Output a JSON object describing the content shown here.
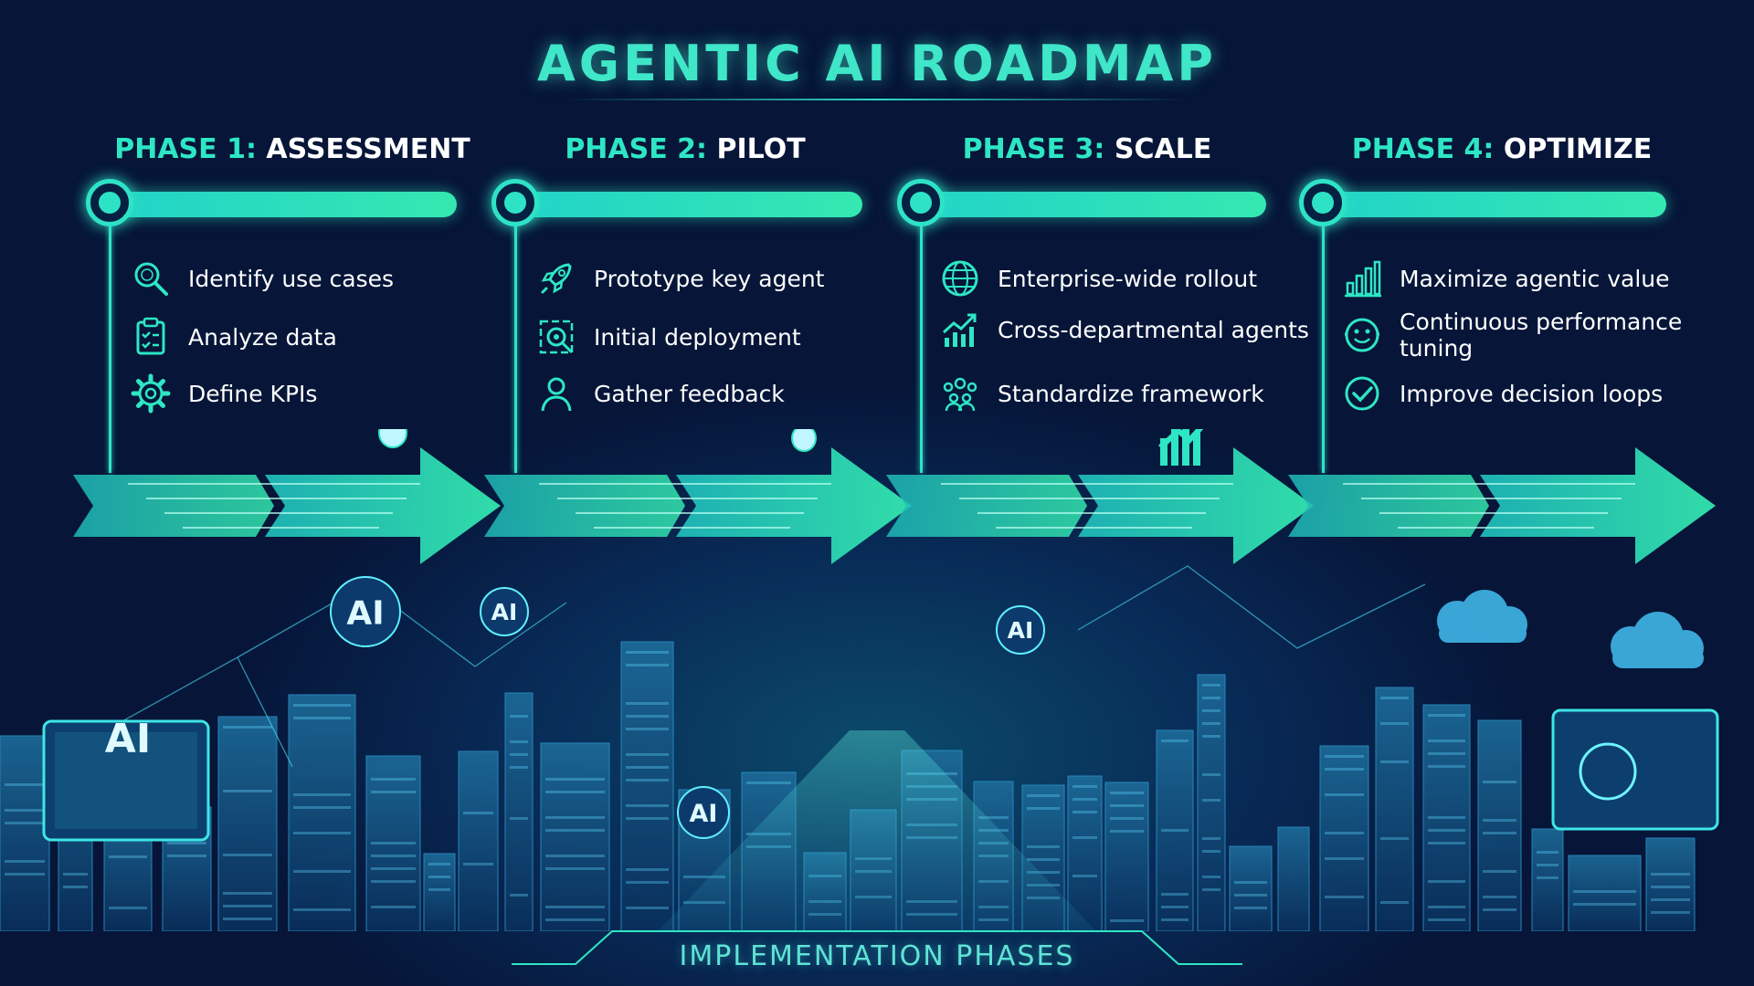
{
  "title": "AGENTIC AI ROADMAP",
  "footer": "IMPLEMENTATION PHASES",
  "colors": {
    "accent": "#2ee6c4",
    "background": "#061538",
    "text": "#ffffff"
  },
  "phases": [
    {
      "num": "PHASE 1:",
      "name": "ASSESSMENT",
      "items": [
        {
          "icon": "magnifier-icon",
          "label": "Identify use cases"
        },
        {
          "icon": "clipboard-icon",
          "label": "Analyze data"
        },
        {
          "icon": "gear-icon",
          "label": "Define KPIs"
        }
      ]
    },
    {
      "num": "PHASE 2:",
      "name": "PILOT",
      "items": [
        {
          "icon": "rocket-icon",
          "label": "Prototype key agent"
        },
        {
          "icon": "target-icon",
          "label": "Initial deployment"
        },
        {
          "icon": "person-icon",
          "label": "Gather feedback"
        }
      ]
    },
    {
      "num": "PHASE 3:",
      "name": "SCALE",
      "items": [
        {
          "icon": "globe-icon",
          "label": "Enterprise-wide rollout"
        },
        {
          "icon": "growth-chart-icon",
          "label": "Cross-departmental agents"
        },
        {
          "icon": "team-icon",
          "label": "Standardize framework"
        }
      ]
    },
    {
      "num": "PHASE 4:",
      "name": "OPTIMIZE",
      "items": [
        {
          "icon": "bar-chart-icon",
          "label": "Maximize agentic value"
        },
        {
          "icon": "smile-face-icon",
          "label": "Continuous performance tuning"
        },
        {
          "icon": "checkmark-icon",
          "label": "Improve decision loops"
        }
      ]
    }
  ],
  "city_labels": [
    "AI",
    "AI",
    "AI",
    "AI",
    "AI"
  ]
}
